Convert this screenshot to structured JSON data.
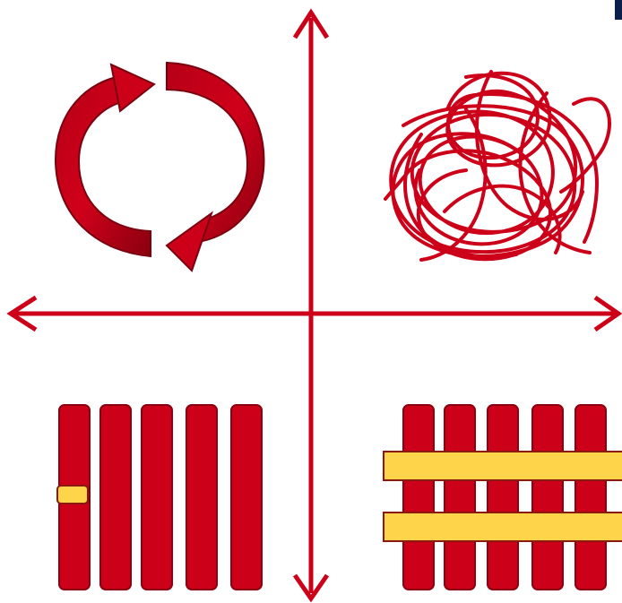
{
  "colors": {
    "primary_red": "#cc0018",
    "dark_red": "#8a0010",
    "accent_yellow": "#fdd44a",
    "yellow_outline": "#8a1a10",
    "background": "#ffffff",
    "corner_tab": "#0c1f4a"
  },
  "quadrants": {
    "top_left": {
      "icon": "cycle-arrows-icon"
    },
    "top_right": {
      "icon": "tangled-scribble-icon"
    },
    "bottom_left": {
      "icon": "parallel-bars-single-link-icon",
      "bar_count": 5,
      "crossbar_count": 1
    },
    "bottom_right": {
      "icon": "parallel-bars-woven-icon",
      "bar_count": 5,
      "crossbar_count": 2
    }
  },
  "axes": {
    "horizontal": "double-arrow-axis",
    "vertical": "double-arrow-axis"
  }
}
